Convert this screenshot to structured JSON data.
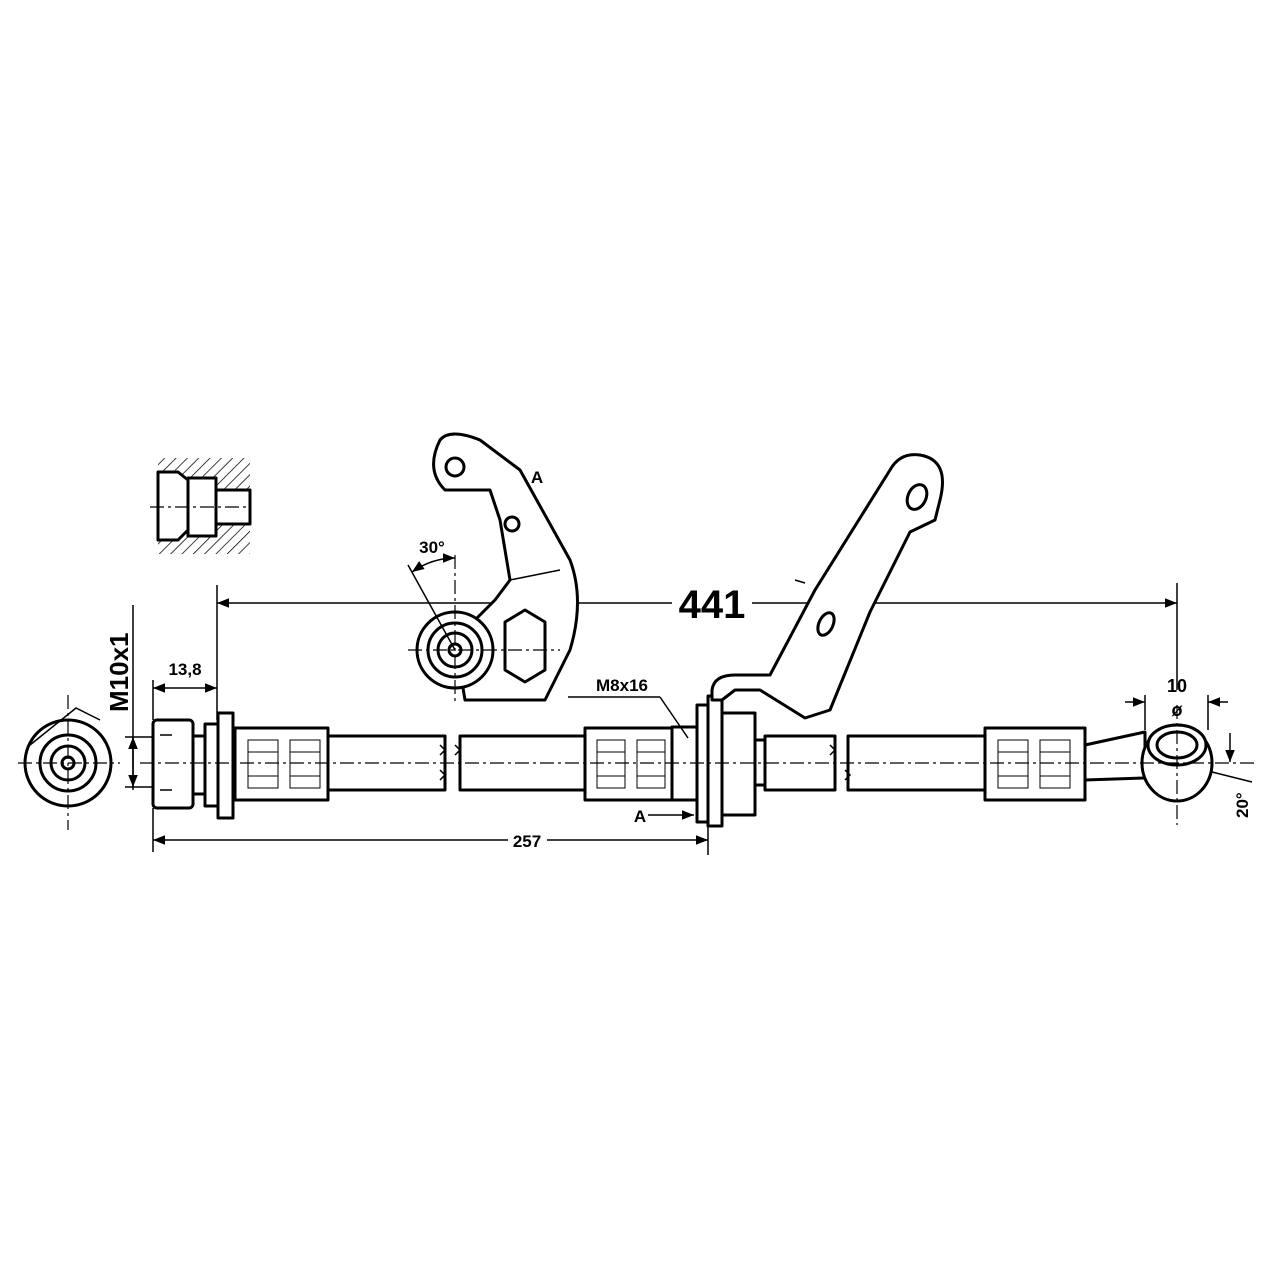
{
  "drawing": {
    "title": "Brake hose technical drawing",
    "dimensions": {
      "overall_length": "441",
      "fitting_to_bracket": "257",
      "fitting_length": "13,8",
      "thread": "M10x1",
      "bolt": "M8x16",
      "banjo_diameter_value": "10",
      "banjo_diameter_symbol": "ø",
      "banjo_angle": "20°",
      "bracket_angle": "30°"
    },
    "view_labels": {
      "view_a_arrow": "A",
      "view_a_title": "A"
    }
  }
}
